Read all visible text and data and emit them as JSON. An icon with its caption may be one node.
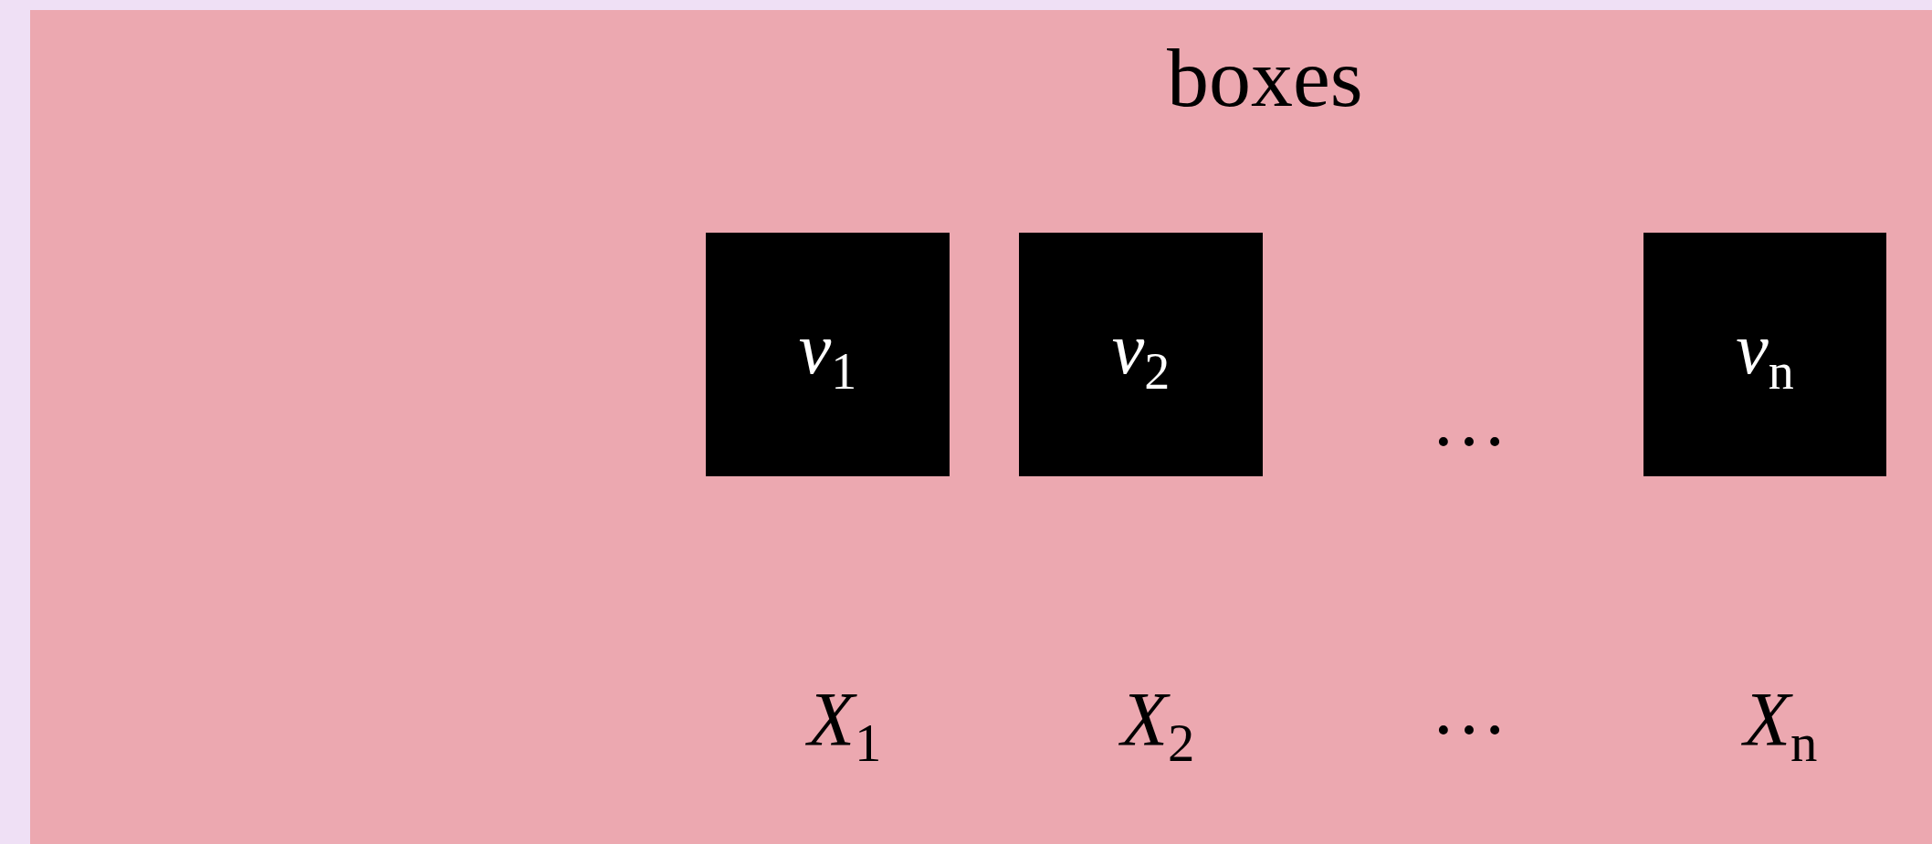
{
  "diagram": {
    "nodes": [
      {
        "text": [
          "boxes"
        ]
      },
      {
        "text": [
          "*v*$_{1}$"
        ],
        "in": 0
      },
      {
        "text": [
          "*v*$_{2}$"
        ],
        "in": 0
      },
      {
        "text": [
          "*v*$_{n}$"
        ],
        "in": 0
      }
    ],
    "labels": [
      "…",
      "*X*$_{1}$",
      "*X*$_{2}$",
      "…",
      "*X*$_{n}$"
    ]
  }
}
